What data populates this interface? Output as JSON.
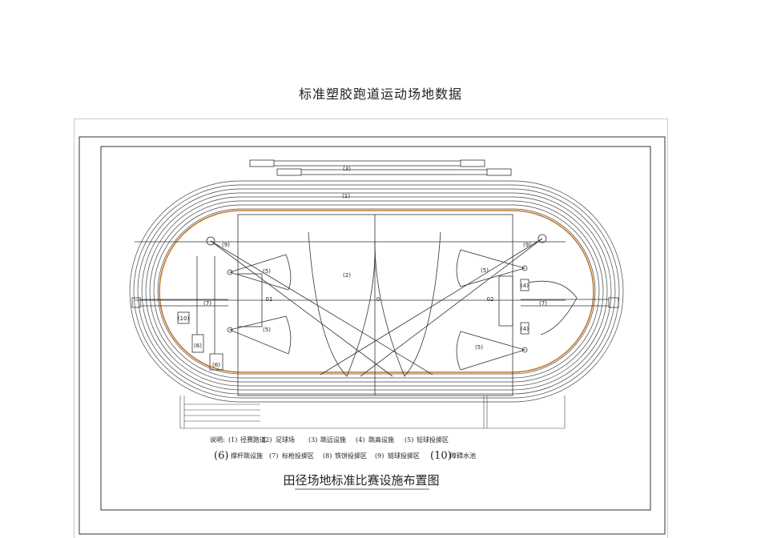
{
  "document": {
    "title": "标准塑胶跑道运动场地数据"
  },
  "figure": {
    "caption": "田径场地标准比赛设施布置图",
    "labels": {
      "track": "(1)",
      "football": "(2)",
      "steeplechase": "(3)",
      "high_jump": "(4)",
      "shot_put": "(5)",
      "pole_vault_box": "(6)",
      "javelin": "(7)",
      "discus_hammer": "(9)",
      "water_pit": "(10)",
      "end_left": "01",
      "end_right": "02",
      "center": "0"
    },
    "legend": {
      "prefix": "说明:",
      "items": [
        {
          "no": "(1)",
          "text": "径赛跑道"
        },
        {
          "no": "(2)",
          "text": "足球场"
        },
        {
          "no": "(3)",
          "text": "跳远设施"
        },
        {
          "no": "(4)",
          "text": "跳高设施"
        },
        {
          "no": "(5)",
          "text": "铅球投掷区"
        },
        {
          "no": "(6)",
          "text": "撑杆跳设施"
        },
        {
          "no": "(7)",
          "text": "标枪投掷区"
        },
        {
          "no": "(8)",
          "text": "铁饼投掷区"
        },
        {
          "no": "(9)",
          "text": "链球投掷区"
        },
        {
          "no": "(10)",
          "text": "障碍水池"
        }
      ]
    },
    "colors": {
      "line": "#333333",
      "kerb": "#c47a2c"
    }
  }
}
